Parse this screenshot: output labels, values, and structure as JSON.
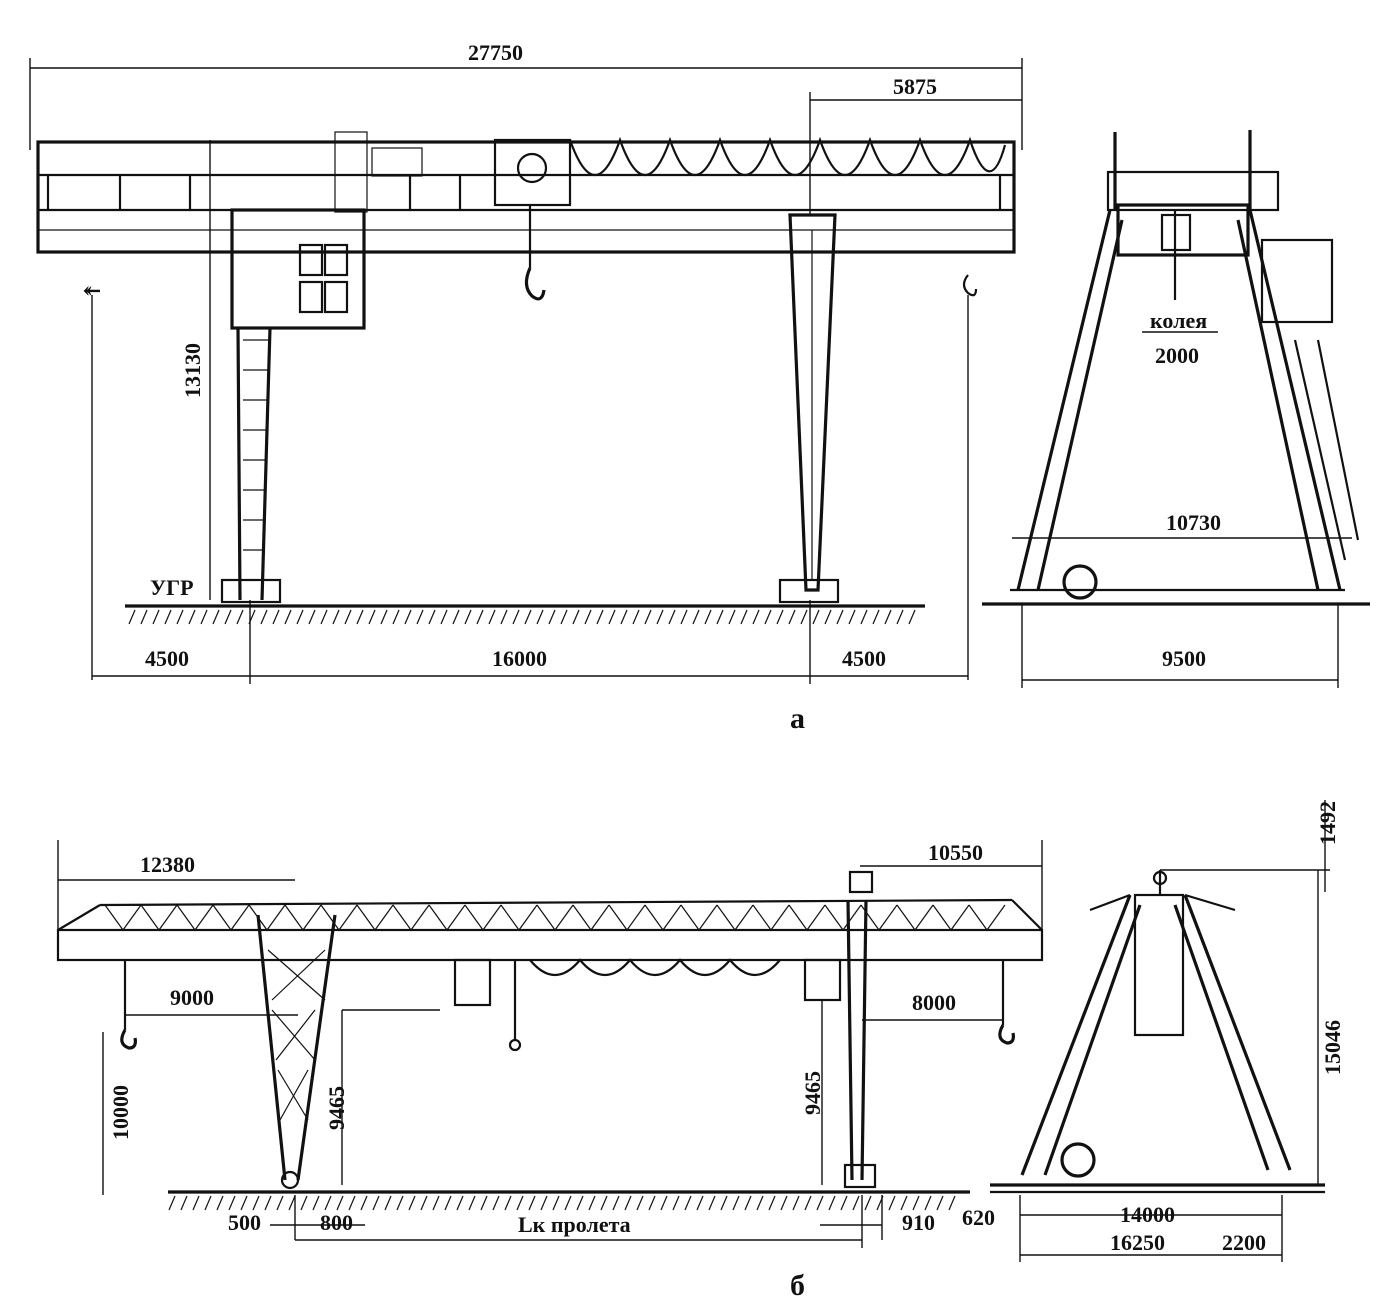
{
  "figure_a": {
    "caption": "а",
    "dimensions": {
      "overall_length": "27750",
      "cantilever": "5875",
      "height": "13130",
      "left_outreach": "4500",
      "span": "16000",
      "right_outreach": "4500",
      "side_width_top": "10730",
      "side_base": "9500",
      "track_label": "колея",
      "track_gauge": "2000"
    },
    "labels": {
      "ground_level": "УГР"
    }
  },
  "figure_b": {
    "caption": "б",
    "dimensions": {
      "left_cantilever": "12380",
      "right_cantilever": "10550",
      "left_outreach": "9000",
      "right_outreach": "8000",
      "lift_height": "10000",
      "left_leg_height": "9465",
      "right_leg_height": "9465",
      "base_left": "500",
      "base_left_2": "800",
      "span_label": "Lк пролета",
      "base_right": "910",
      "side_offset": "620",
      "side_span": "14000",
      "side_total": "16250",
      "side_extra": "2200",
      "total_height": "15046",
      "top_height": "1492"
    }
  }
}
